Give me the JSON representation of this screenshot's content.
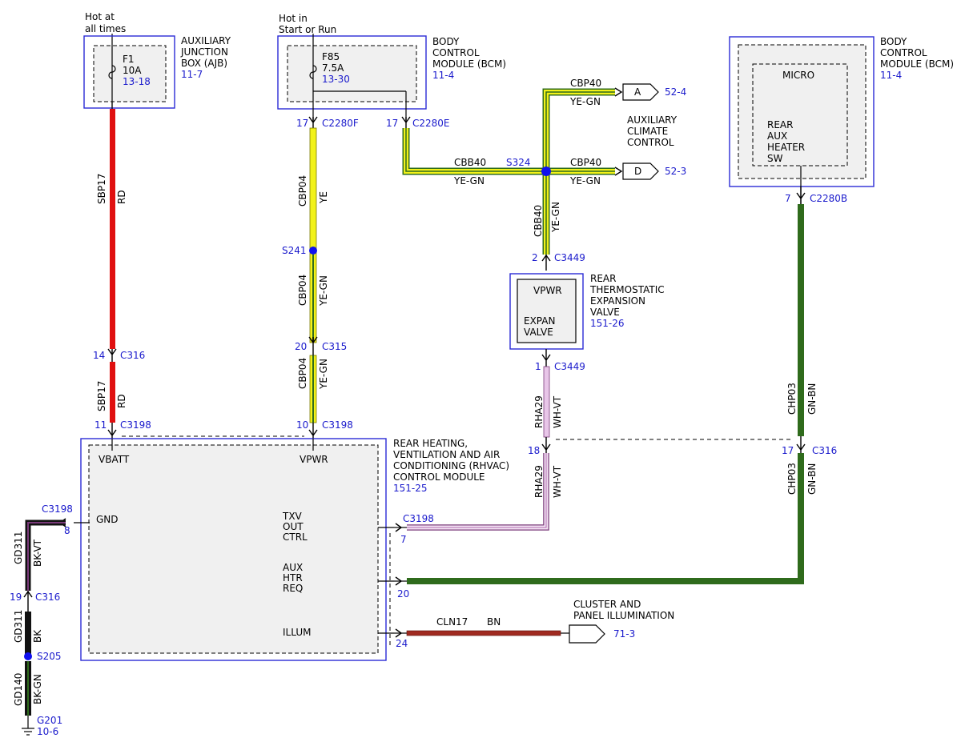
{
  "components": {
    "ajb": {
      "title_l1": "AUXILIARY",
      "title_l2": "JUNCTION",
      "title_l3": "BOX (AJB)",
      "ref": "11-7",
      "fuse_name": "F1",
      "fuse_rating": "10A",
      "fuse_ref": "13-18",
      "supply_l1": "Hot at",
      "supply_l2": "all times"
    },
    "bcm1": {
      "title_l1": "BODY",
      "title_l2": "CONTROL",
      "title_l3": "MODULE (BCM)",
      "ref": "11-4",
      "fuse_name": "F85",
      "fuse_rating": "7.5A",
      "fuse_ref": "13-30",
      "supply_l1": "Hot in",
      "supply_l2": "Start or Run"
    },
    "bcm2": {
      "title_l1": "BODY",
      "title_l2": "CONTROL",
      "title_l3": "MODULE (BCM)",
      "ref": "11-4",
      "micro": "MICRO",
      "sw_l1": "REAR",
      "sw_l2": "AUX",
      "sw_l3": "HEATER",
      "sw_l4": "SW"
    },
    "valve": {
      "title_l1": "REAR",
      "title_l2": "THERMOSTATIC",
      "title_l3": "EXPANSION",
      "title_l4": "VALVE",
      "ref": "151-26",
      "vpwr": "VPWR",
      "expan_l1": "EXPAN",
      "expan_l2": "VALVE"
    },
    "rhvac": {
      "title_l1": "REAR HEATING,",
      "title_l2": "VENTILATION AND AIR",
      "title_l3": "CONDITIONING (RHVAC)",
      "title_l4": "CONTROL MODULE",
      "ref": "151-25",
      "vbatt": "VBATT",
      "vpwr": "VPWR",
      "gnd": "GND",
      "txv_l1": "TXV",
      "txv_l2": "OUT",
      "txv_l3": "CTRL",
      "aux_l1": "AUX",
      "aux_l2": "HTR",
      "aux_l3": "REQ",
      "illum": "ILLUM"
    },
    "acc": {
      "title_l1": "AUXILIARY",
      "title_l2": "CLIMATE",
      "title_l3": "CONTROL"
    },
    "cluster": {
      "title_l1": "CLUSTER AND",
      "title_l2": "PANEL ILLUMINATION",
      "ref": "71-3"
    }
  },
  "connectors": {
    "c2280f": {
      "pin": "17",
      "name": "C2280F"
    },
    "c2280e": {
      "pin": "17",
      "name": "C2280E"
    },
    "c2280b": {
      "pin": "7",
      "name": "C2280B"
    },
    "c316_red": {
      "pin": "14",
      "name": "C316"
    },
    "c315": {
      "pin": "20",
      "name": "C315"
    },
    "c3198_vbatt": {
      "pin": "11",
      "name": "C3198"
    },
    "c3198_vpwr": {
      "pin": "10",
      "name": "C3198"
    },
    "c3449_top": {
      "pin": "2",
      "name": "C3449"
    },
    "c3449_bot": {
      "pin": "1",
      "name": "C3449"
    },
    "c316_pink": {
      "pin": "18"
    },
    "c316_green": {
      "pin": "17",
      "name": "C316"
    },
    "c3198_gnd": {
      "pin": "8",
      "name": "C3198"
    },
    "c316_gnd": {
      "pin": "19",
      "name": "C316"
    },
    "c3198_txv": {
      "pin": "7",
      "name": "C3198"
    },
    "aux_pin": {
      "pin": "20"
    },
    "illum_pin": {
      "pin": "24"
    }
  },
  "splices": {
    "s241": "S241",
    "s324": "S324",
    "s205": "S205"
  },
  "ground": {
    "name": "G201",
    "ref": "10-6"
  },
  "offpage": {
    "a": {
      "letter": "A",
      "ref": "52-4"
    },
    "d": {
      "letter": "D",
      "ref": "52-3"
    }
  },
  "wires": {
    "sbp17_a": {
      "circuit": "SBP17",
      "color": "RD"
    },
    "sbp17_b": {
      "circuit": "SBP17",
      "color": "RD"
    },
    "cbp04_a": {
      "circuit": "CBP04",
      "color": "YE"
    },
    "cbp04_b": {
      "circuit": "CBP04",
      "color": "YE-GN"
    },
    "cbp04_c": {
      "circuit": "CBP04",
      "color": "YE-GN"
    },
    "cbb40_h": {
      "circuit": "CBB40",
      "color": "YE-GN"
    },
    "cbp40_a": {
      "circuit": "CBP40",
      "color": "YE-GN"
    },
    "cbp40_d": {
      "circuit": "CBP40",
      "color": "YE-GN"
    },
    "cbb40_v": {
      "circuit": "CBB40",
      "color": "YE-GN"
    },
    "rha29_a": {
      "circuit": "RHA29",
      "color": "WH-VT"
    },
    "rha29_b": {
      "circuit": "RHA29",
      "color": "WH-VT"
    },
    "chp03_a": {
      "circuit": "CHP03",
      "color": "GN-BN"
    },
    "chp03_b": {
      "circuit": "CHP03",
      "color": "GN-BN"
    },
    "gd311_a": {
      "circuit": "GD311",
      "color": "BK-VT"
    },
    "gd311_b": {
      "circuit": "GD311",
      "color": "BK"
    },
    "gd140": {
      "circuit": "GD140",
      "color": "BK-GN"
    },
    "cln17": {
      "circuit": "CLN17",
      "color": "BN"
    }
  },
  "colors": {
    "red": "#e01010",
    "yellow": "#f2f21a",
    "green": "#2f6b1c",
    "brown": "#a02a20",
    "pink": "#e8c6e8",
    "black": "#111111",
    "splice": "#1010ee",
    "blue_text": "#1a1acc"
  }
}
